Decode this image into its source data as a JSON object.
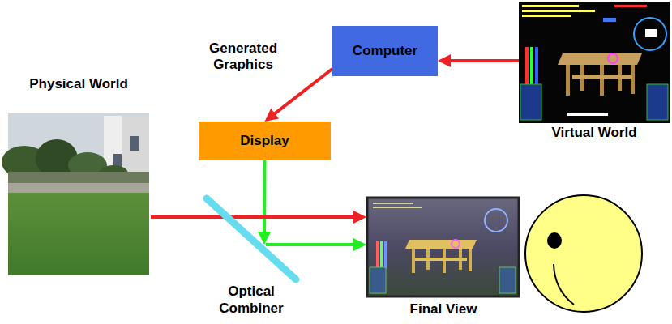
{
  "diagram": {
    "nodes": [
      {
        "text": [
          "Computer"
        ]
      },
      {
        "text": [
          "Virtual World"
        ]
      },
      {
        "text": [
          "Display"
        ]
      },
      {
        "text": [
          "Physical World"
        ]
      },
      {
        "text": [
          "Optical Combiner"
        ]
      },
      {
        "text": [
          "Final View"
        ]
      }
    ],
    "edges": [
      {
        "from": 1,
        "to": 0,
        "arrow": "to"
      },
      {
        "from": 0,
        "to": 2,
        "label": "Generated Graphics",
        "arrow": "to"
      },
      {
        "from": 2,
        "to": 4,
        "arrow": "to"
      },
      {
        "from": 3,
        "to": 5,
        "arrow": "to"
      },
      {
        "from": 4,
        "to": 5,
        "arrow": "to"
      }
    ]
  }
}
